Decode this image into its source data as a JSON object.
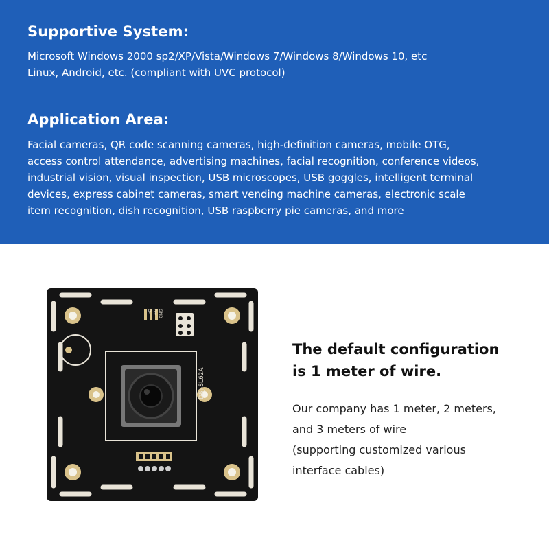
{
  "system": {
    "heading": "Supportive System:",
    "lines": [
      "Microsoft Windows 2000 sp2/XP/Vista/Windows 7/Windows 8/Windows 10, etc",
      "Linux, Android, etc. (compliant with UVC protocol)"
    ]
  },
  "application": {
    "heading": "Application Area:",
    "lines": [
      "Facial cameras, QR code scanning cameras, high-definition cameras, mobile OTG,",
      "access control attendance, advertising machines, facial recognition, conference videos,",
      "industrial vision, visual inspection, USB microscopes, USB goggles, intelligent terminal",
      "devices, express cabinet cameras, smart vending machine cameras, electronic scale",
      "item recognition, dish recognition, USB raspberry pie cameras, and more"
    ]
  },
  "board": {
    "label": "DSJ-SL62A",
    "pin_labels": [
      "D-",
      "D+",
      "GND"
    ]
  },
  "config": {
    "title_lines": [
      "The default configuration",
      "is 1 meter of wire."
    ],
    "body_lines": [
      "Our company has 1 meter, 2 meters,",
      "and 3 meters of wire",
      "(supporting customized various",
      "interface cables)"
    ]
  },
  "colors": {
    "banner": "#1f5fb8",
    "pcb": "#141414"
  }
}
